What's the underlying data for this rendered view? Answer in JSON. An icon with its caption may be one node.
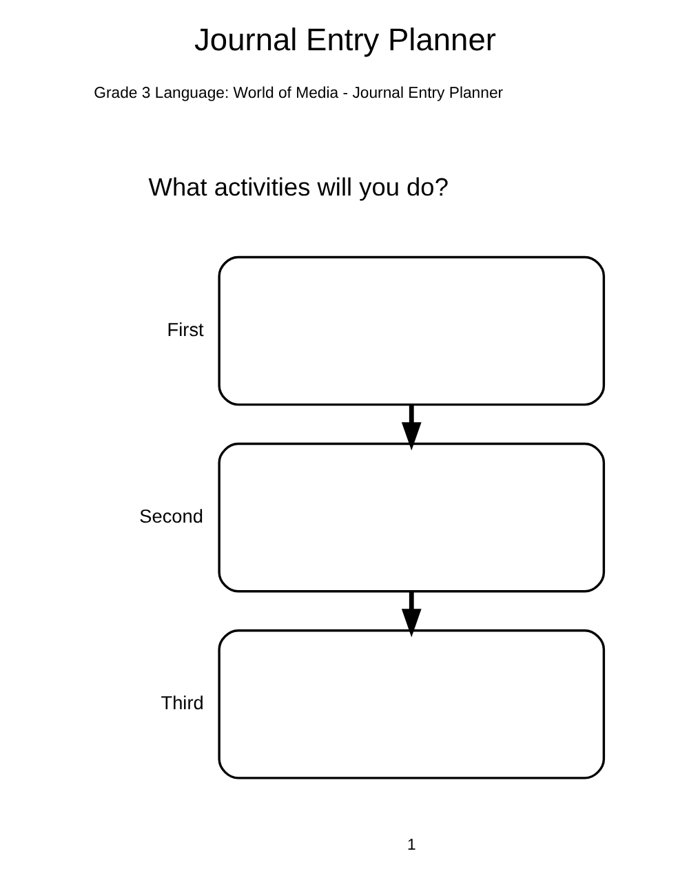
{
  "diagram": {
    "title": "Journal Entry Planner",
    "nodes": [
      {
        "text": [],
        "shape": "box",
        "beside": [
          "First"
        ]
      },
      {
        "text": [],
        "shape": "box",
        "beside": [
          "Second"
        ]
      },
      {
        "text": [],
        "shape": "box",
        "beside": [
          "Third"
        ]
      }
    ],
    "edges": [
      {
        "from": 0,
        "to": 1,
        "arrow": "to"
      },
      {
        "from": 1,
        "to": 2,
        "arrow": "to"
      }
    ],
    "labels": [
      "Grade 3 Language: World of Media - Journal Entry Planner",
      "What activities will you do?",
      "1"
    ]
  }
}
